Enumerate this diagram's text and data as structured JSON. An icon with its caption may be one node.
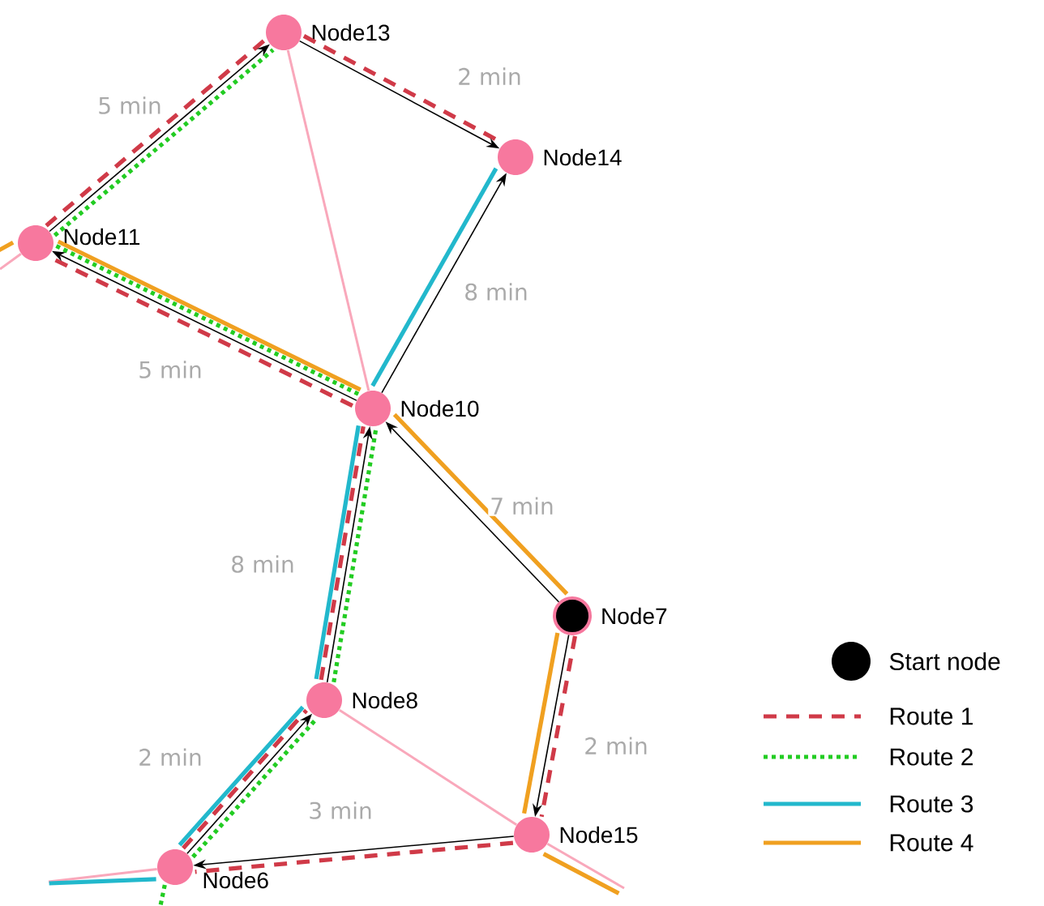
{
  "diagram": {
    "nodes": [
      {
        "text": [
          "Node13"
        ]
      },
      {
        "text": [
          "Node14"
        ]
      },
      {
        "text": [
          "Node11"
        ]
      },
      {
        "text": [
          "Node10"
        ]
      },
      {
        "text": [
          "Node7"
        ]
      },
      {
        "text": [
          "Node8"
        ]
      },
      {
        "text": [
          "Node15"
        ]
      },
      {
        "text": [
          "Node6"
        ]
      }
    ],
    "edges": [
      {
        "from": 2,
        "to": 0,
        "arrow": "to",
        "label": "5 min"
      },
      {
        "from": 0,
        "to": 1,
        "arrow": "to",
        "label": "2 min"
      },
      {
        "from": 3,
        "to": 1,
        "arrow": "to",
        "label": "8 min"
      },
      {
        "from": 3,
        "to": 2,
        "arrow": "to",
        "label": "5 min"
      },
      {
        "from": 4,
        "to": 3,
        "arrow": "to",
        "label": "7 min"
      },
      {
        "from": 5,
        "to": 3,
        "arrow": "to",
        "label": "8 min"
      },
      {
        "from": 4,
        "to": 6,
        "arrow": "to",
        "label": "2 min"
      },
      {
        "from": 7,
        "to": 5,
        "arrow": "to",
        "label": "2 min"
      },
      {
        "from": 6,
        "to": 7,
        "arrow": "to",
        "label": "3 min"
      },
      {
        "from": 0,
        "to": 3,
        "arrow": "none",
        "color": "#f9a8bb"
      },
      {
        "from": 5,
        "to": 6,
        "arrow": "none",
        "color": "#f9a8bb"
      },
      {
        "from": null,
        "to": 2,
        "arrow": "none",
        "color": "#f9a8bb"
      },
      {
        "from": null,
        "to": 7,
        "arrow": "none",
        "color": "#f9a8bb"
      },
      {
        "from": 6,
        "to": null,
        "arrow": "none",
        "color": "#f9a8bb"
      },
      {
        "from": 2,
        "to": 0,
        "arrow": "none",
        "style": "dashed",
        "color": "#d03a48"
      },
      {
        "from": 0,
        "to": 1,
        "arrow": "none",
        "style": "dashed",
        "color": "#d03a48"
      },
      {
        "from": 3,
        "to": 2,
        "arrow": "none",
        "style": "dashed",
        "color": "#d03a48"
      },
      {
        "from": 5,
        "to": 3,
        "arrow": "none",
        "style": "dashed",
        "color": "#d03a48"
      },
      {
        "from": 7,
        "to": 5,
        "arrow": "none",
        "style": "dashed",
        "color": "#d03a48"
      },
      {
        "from": 6,
        "to": 7,
        "arrow": "none",
        "style": "dashed",
        "color": "#d03a48"
      },
      {
        "from": 4,
        "to": 6,
        "arrow": "none",
        "style": "dashed",
        "color": "#d03a48"
      },
      {
        "from": 2,
        "to": 0,
        "arrow": "none",
        "style": "dashed",
        "color": "#22cc22"
      },
      {
        "from": 3,
        "to": 2,
        "arrow": "none",
        "style": "dashed",
        "color": "#22cc22"
      },
      {
        "from": 5,
        "to": 3,
        "arrow": "none",
        "style": "dashed",
        "color": "#22cc22"
      },
      {
        "from": 7,
        "to": 5,
        "arrow": "none",
        "style": "dashed",
        "color": "#22cc22"
      },
      {
        "from": 7,
        "to": null,
        "arrow": "none",
        "style": "dashed",
        "color": "#22cc22"
      },
      {
        "from": 3,
        "to": 1,
        "arrow": "none",
        "color": "#22b8cc"
      },
      {
        "from": 5,
        "to": 3,
        "arrow": "none",
        "color": "#22b8cc"
      },
      {
        "from": 7,
        "to": 5,
        "arrow": "none",
        "color": "#22b8cc"
      },
      {
        "from": 7,
        "to": null,
        "arrow": "none",
        "color": "#22b8cc"
      },
      {
        "from": 4,
        "to": 3,
        "arrow": "none",
        "color": "#f0a020"
      },
      {
        "from": 4,
        "to": 6,
        "arrow": "none",
        "color": "#f0a020"
      },
      {
        "from": 3,
        "to": 2,
        "arrow": "none",
        "color": "#f0a020"
      },
      {
        "from": 2,
        "to": null,
        "arrow": "none",
        "color": "#f0a020"
      },
      {
        "from": 6,
        "to": null,
        "arrow": "none",
        "color": "#f0a020"
      }
    ],
    "legend": [
      {
        "text": "Start node"
      },
      {
        "text": "Route 1"
      },
      {
        "text": "Route 2"
      },
      {
        "text": "Route 3"
      },
      {
        "text": "Route 4"
      }
    ]
  }
}
